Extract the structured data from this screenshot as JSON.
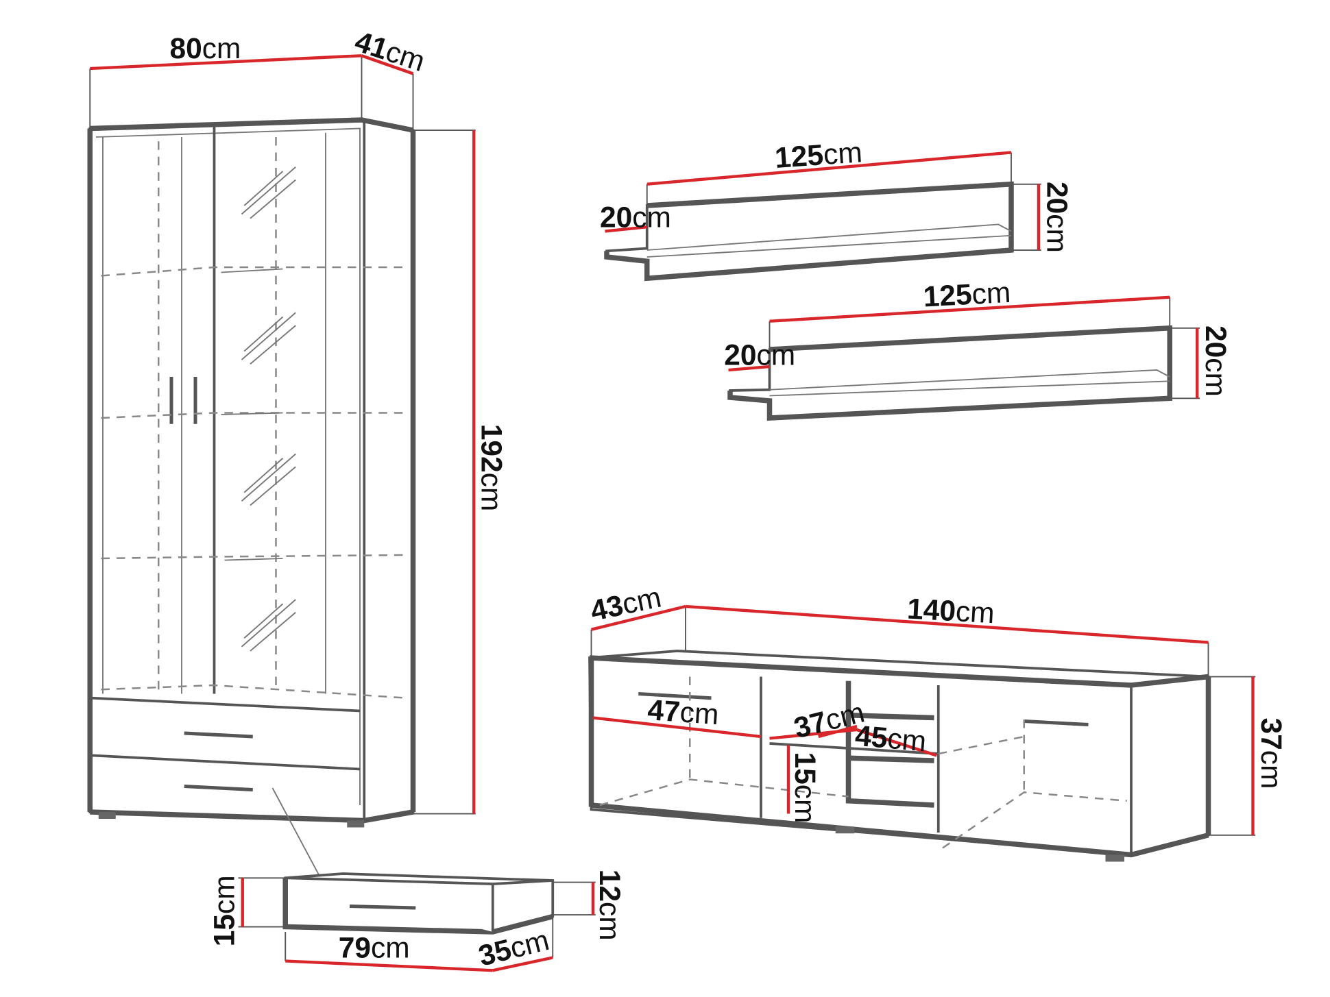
{
  "diagram": {
    "cabinet": {
      "width": {
        "value": "80",
        "unit": "cm"
      },
      "depth": {
        "value": "41",
        "unit": "cm"
      },
      "height": {
        "value": "192",
        "unit": "cm"
      }
    },
    "drawer": {
      "height_outer": {
        "value": "15",
        "unit": "cm"
      },
      "height_inner": {
        "value": "12",
        "unit": "cm"
      },
      "width": {
        "value": "79",
        "unit": "cm"
      },
      "depth": {
        "value": "35",
        "unit": "cm"
      }
    },
    "shelf_top": {
      "width": {
        "value": "125",
        "unit": "cm"
      },
      "depth": {
        "value": "20",
        "unit": "cm"
      },
      "height": {
        "value": "20",
        "unit": "cm"
      }
    },
    "shelf_bottom": {
      "width": {
        "value": "125",
        "unit": "cm"
      },
      "depth": {
        "value": "20",
        "unit": "cm"
      },
      "height": {
        "value": "20",
        "unit": "cm"
      }
    },
    "tv_unit": {
      "depth": {
        "value": "43",
        "unit": "cm"
      },
      "width": {
        "value": "140",
        "unit": "cm"
      },
      "height": {
        "value": "37",
        "unit": "cm"
      },
      "compartment_width": {
        "value": "47",
        "unit": "cm"
      },
      "niche_depth": {
        "value": "37",
        "unit": "cm"
      },
      "niche_width": {
        "value": "45",
        "unit": "cm"
      },
      "niche_height": {
        "value": "15",
        "unit": "cm"
      }
    },
    "colors": {
      "dimension_line": "#d9262b",
      "outline": "#555555"
    }
  }
}
